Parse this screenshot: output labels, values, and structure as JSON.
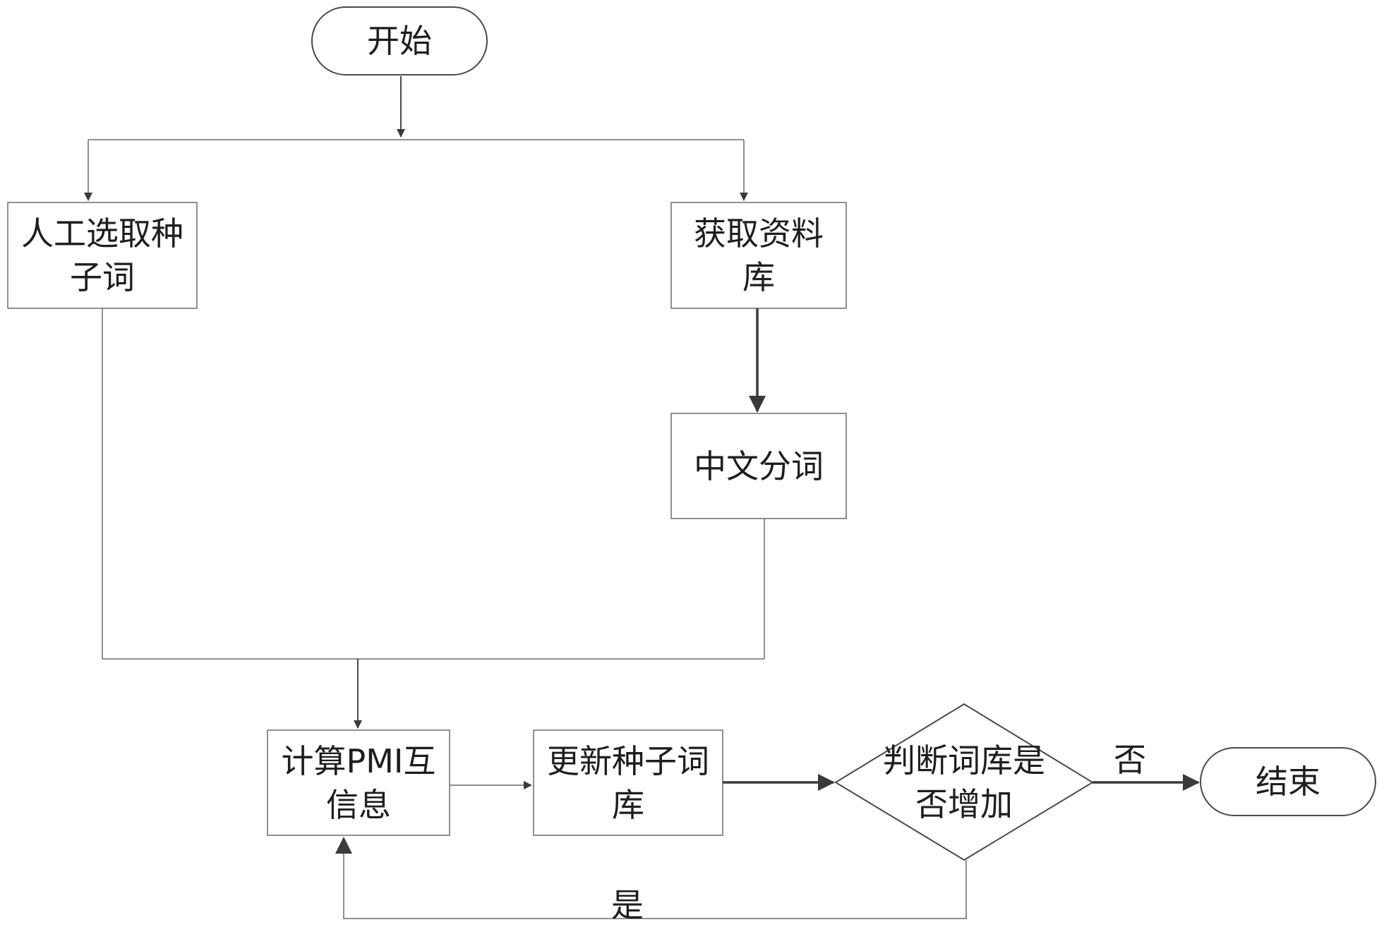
{
  "nodes": {
    "start": "开始",
    "manual_seed": "人工选取种子词",
    "get_corpus": "获取资料库",
    "segmentation": "中文分词",
    "calc_pmi": "计算PMI互信息",
    "update_seed": "更新种子词库",
    "decision": "判断词库是否增加",
    "end": "结束"
  },
  "edge_labels": {
    "no": "否",
    "yes": "是"
  },
  "colors": {
    "stroke": "#4a4a4a",
    "thin_stroke": "#6b6b6b",
    "text": "#1e1e1e"
  }
}
